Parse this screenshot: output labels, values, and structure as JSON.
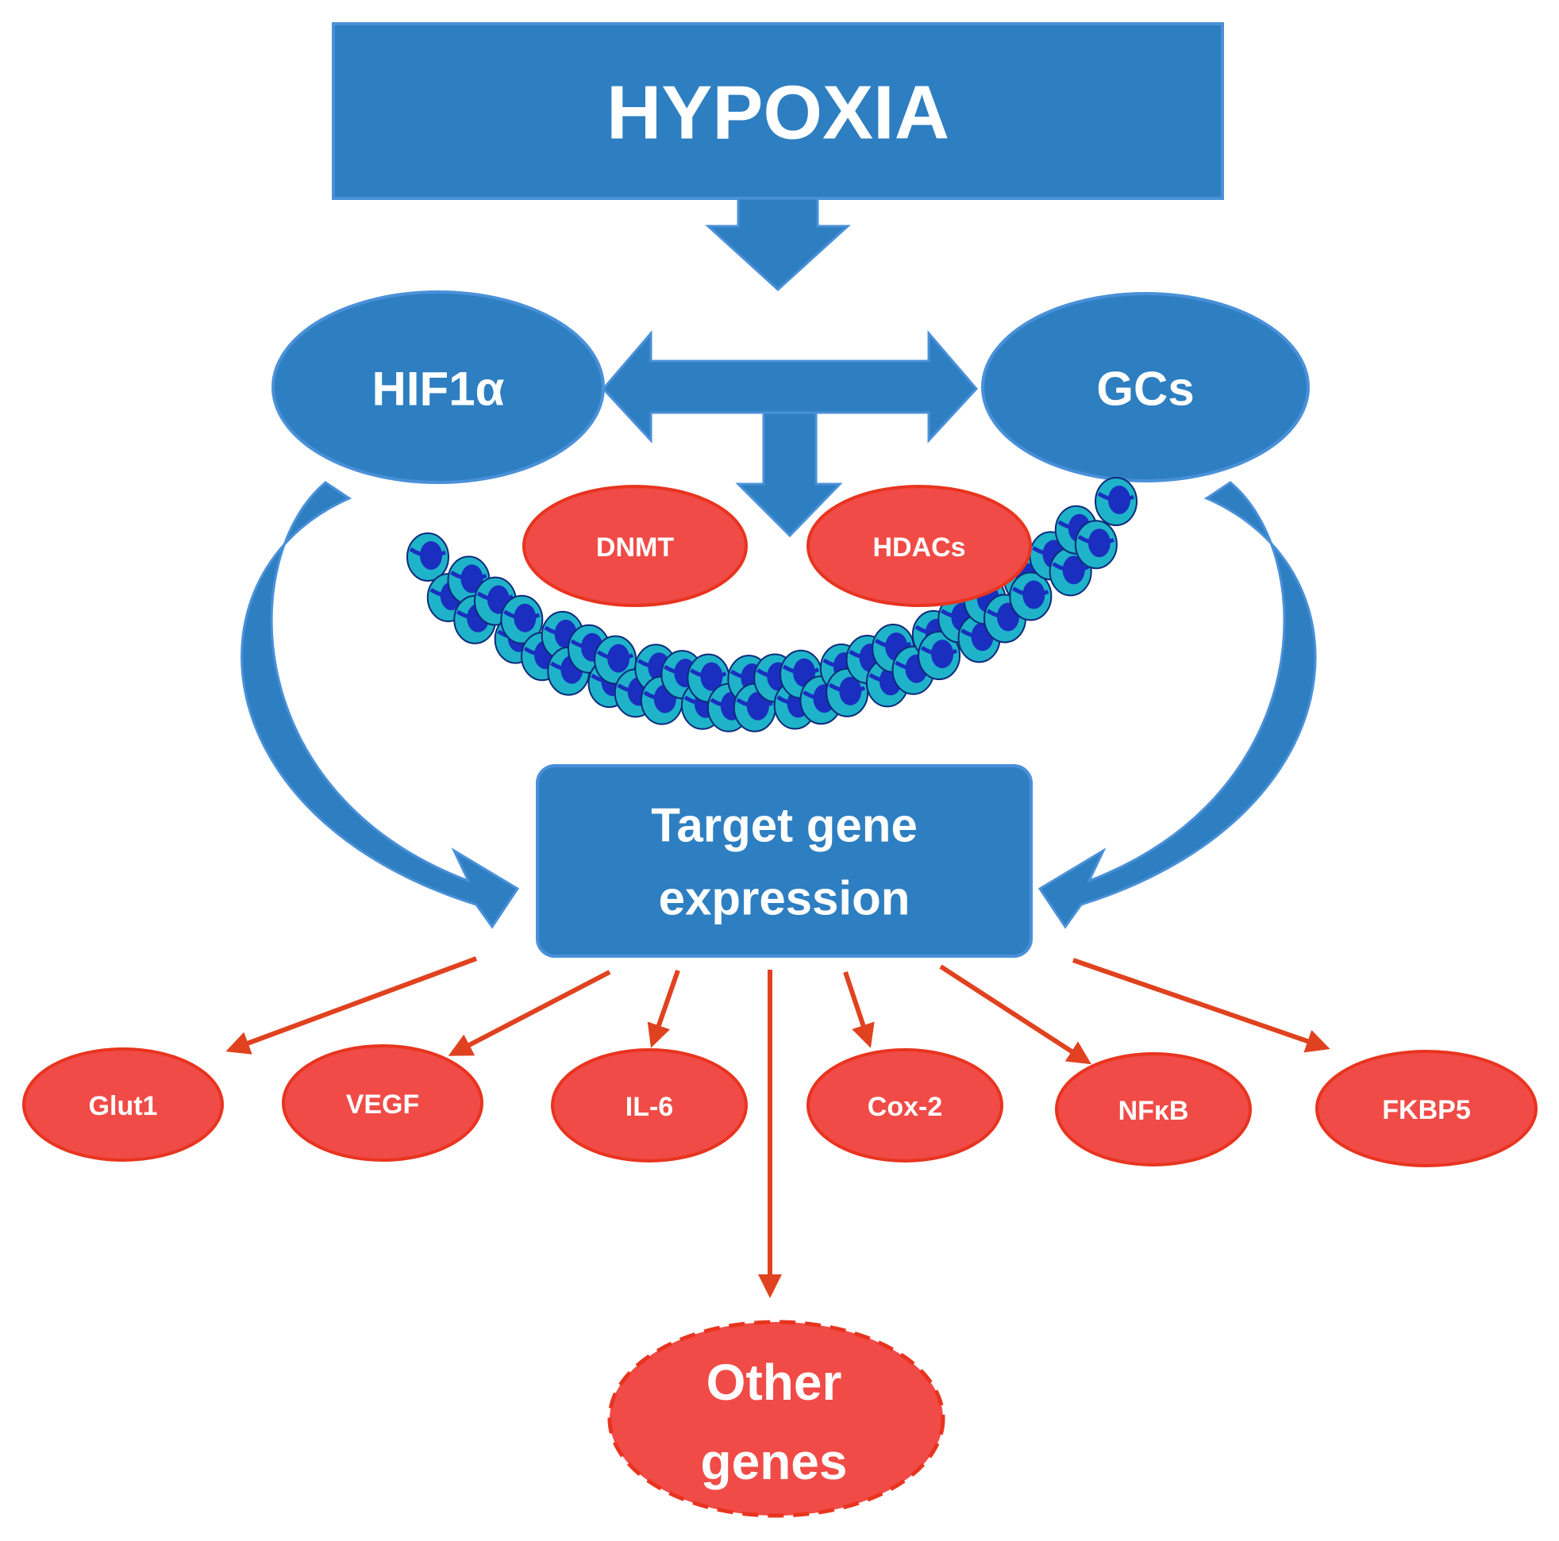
{
  "diagram": {
    "hypoxia": "HYPOXIA",
    "hif1a": "HIF1α",
    "gcs": "GCs",
    "dnmt": "DNMT",
    "hdacs": "HDACs",
    "target_line1": "Target gene",
    "target_line2": "expression",
    "genes": [
      "Glut1",
      "VEGF",
      "IL-6",
      "Cox-2",
      "NFκB",
      "FKBP5"
    ],
    "other_line1": "Other",
    "other_line2": "genes"
  },
  "colors": {
    "blue_fill": "#2e7fc1",
    "blue_stroke": "#4a90d9",
    "red_fill": "#f04b47",
    "red_stroke": "#e8341f",
    "arrow_red": "#e0421f",
    "chromatin_dark": "#1a2fbf",
    "chromatin_light": "#1fb3c9"
  }
}
